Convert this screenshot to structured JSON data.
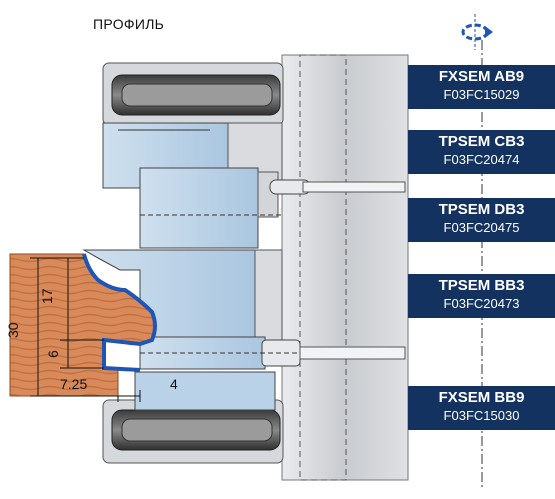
{
  "title": "ПРОФИЛЬ",
  "rotation_icon": "rotation-direction-icon",
  "colors": {
    "label_bg": "#13325f",
    "wood": "#d98a5a",
    "steel": "#c9ccd0",
    "cutter_blue": "#b9d2e8",
    "profile_line": "#1f56b5"
  },
  "labels": [
    {
      "name": "FXSEM AB9",
      "code": "F03FC15029"
    },
    {
      "name": "TPSEM CB3",
      "code": "F03FC20474"
    },
    {
      "name": "TPSEM DB3",
      "code": "F03FC20475"
    },
    {
      "name": "TPSEM BB3",
      "code": "F03FC20473"
    },
    {
      "name": "FXSEM BB9",
      "code": "F03FC15030"
    }
  ],
  "dimensions": {
    "total_height": "30",
    "upper_height": "17",
    "groove_height": "6",
    "width_offset": "7.25",
    "tongue_offset": "4"
  }
}
